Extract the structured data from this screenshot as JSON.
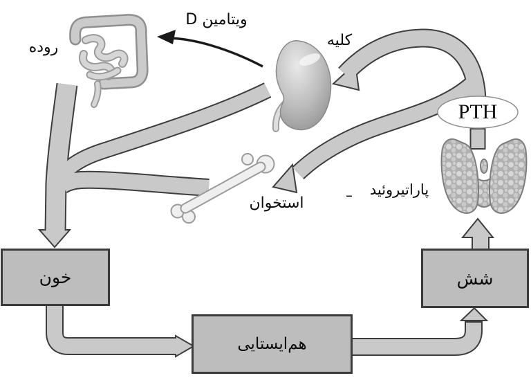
{
  "diagram": {
    "labels": {
      "vitamin_d": "ویتامین D",
      "intestine": "روده",
      "kidney": "کلیه",
      "bone": "استخوان",
      "parathyroid": "پاراتیروئید",
      "parathyroid_tick": "–",
      "pth": "PTH"
    },
    "boxes": {
      "blood": "خون",
      "homeostasis": "هم‌ایستایی",
      "shesh": "شش"
    },
    "colors": {
      "arrow_fill": "#c9c9c9",
      "arrow_outline": "#3d3d3d",
      "box_fill": "#bdbdbd",
      "box_border": "#3b3b3b",
      "pth_oval_fill": "#ffffff",
      "vitamin_d_arrow": "#1a1a1a",
      "text": "#0c0c0c",
      "background": "#ffffff"
    }
  }
}
